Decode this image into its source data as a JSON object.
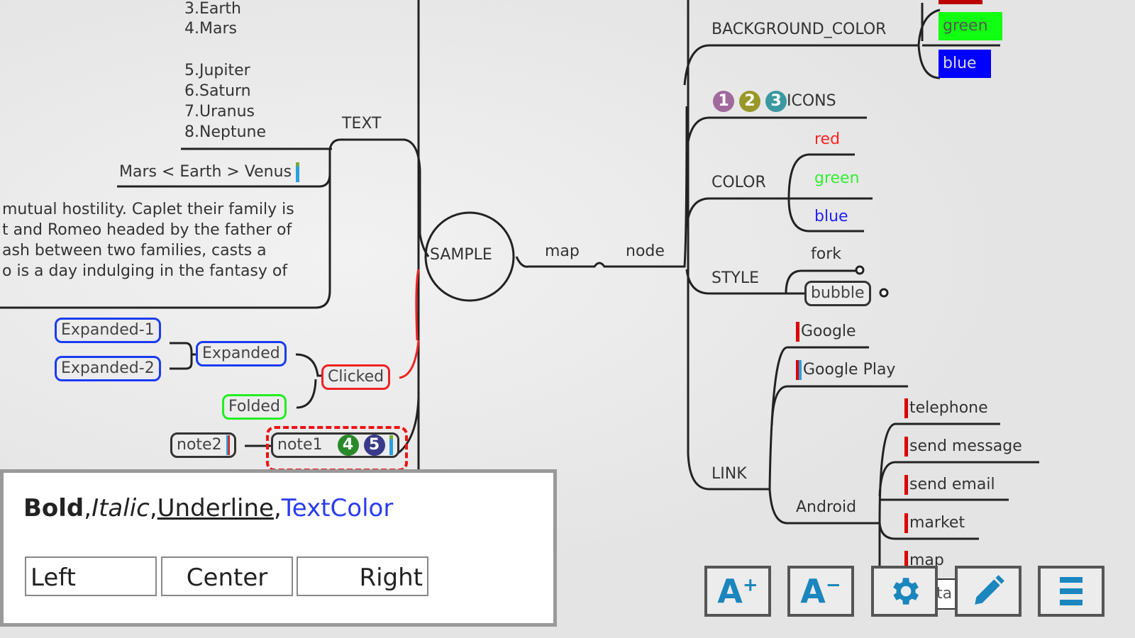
{
  "planets": [
    "3.Earth",
    "4.Mars",
    "5.Jupiter",
    "6.Saturn",
    "7.Uranus",
    "8.Neptune"
  ],
  "text_node": "TEXT",
  "compare": "Mars < Earth > Venus",
  "story": [
    "mutual hostility. Caplet their family is",
    "t and Romeo headed by the father of",
    "ash between two families, casts a",
    "o is a day indulging in the fantasy of"
  ],
  "center": "SAMPLE",
  "map": "map",
  "node": "node",
  "expanded1": "Expanded-1",
  "expanded2": "Expanded-2",
  "expanded": "Expanded",
  "clicked": "Clicked",
  "folded": "Folded",
  "note2": "note2",
  "note1": "note1",
  "note_icons": [
    "4",
    "5"
  ],
  "bg_color": {
    "label": "BACKGROUND_COLOR",
    "green": "green",
    "blue": "blue"
  },
  "icons": {
    "label": "ICONS",
    "nums": [
      "1",
      "2",
      "3"
    ]
  },
  "color": {
    "label": "COLOR",
    "red": "red",
    "green": "green",
    "blue": "blue"
  },
  "style": {
    "label": "STYLE",
    "fork": "fork",
    "bubble": "bubble"
  },
  "link": {
    "label": "LINK",
    "google": "Google",
    "play": "Google Play",
    "android": "Android",
    "items": [
      "telephone",
      "send message",
      "send email",
      "market",
      "map"
    ],
    "partial": "ta"
  },
  "panel": {
    "bold": "Bold",
    "italic": "Italic",
    "underline": "Underline",
    "color": "TextColor",
    "sep": ",",
    "left": "Left",
    "center": "Center",
    "right": "Right"
  },
  "toolbar": [
    "font-increase",
    "font-decrease",
    "settings",
    "edit",
    "menu"
  ],
  "colors": {
    "accent": "#1a86bd",
    "blue_text": "#2a3cf0"
  }
}
